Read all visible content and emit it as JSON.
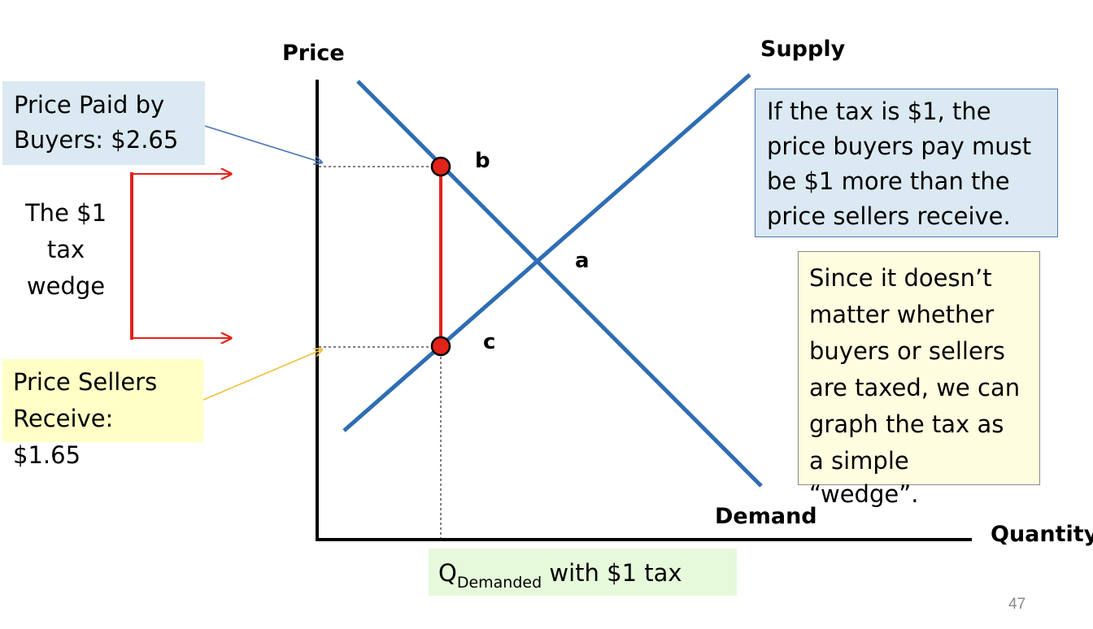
{
  "axes": {
    "y_label": "Price",
    "x_label": "Quantity"
  },
  "curves": {
    "supply": "Supply",
    "demand": "Demand"
  },
  "points": {
    "b": "b",
    "a": "a",
    "c": "c"
  },
  "callouts": {
    "buyers_price": {
      "line1": "Price Paid by",
      "line2": "Buyers: $2.65"
    },
    "sellers_price": {
      "line1": "Price Sellers",
      "line2": "Receive:",
      "line3": "$1.65"
    },
    "tax_wedge": {
      "line1": "The $1",
      "line2": "tax",
      "line3": "wedge"
    },
    "tax_rule": {
      "line1": "If the tax is $1, the",
      "line2": "price buyers pay must",
      "line3": "be $1 more than the",
      "line4": "price sellers receive."
    },
    "wedge_note": {
      "line1": "Since it doesn’t",
      "line2": "matter whether",
      "line3": "buyers or sellers",
      "line4": "are taxed, we can",
      "line5": "graph the tax as",
      "line6": "a simple",
      "line7": "“wedge”."
    },
    "quantity": {
      "main": "Q",
      "subscript": "Demanded",
      "suffix": " with $1 tax"
    }
  },
  "page_number": "47",
  "colors": {
    "curve": "#2e6db4",
    "tax_wedge": "#e2231a",
    "buyers_arrow": "#4f78b5",
    "sellers_arrow": "#f0c03c",
    "blue_box": "#dbe9f2",
    "yellow_box": "#ffffc6",
    "green_box": "#e6f9da",
    "light_yellow_box": "#fffde0"
  }
}
